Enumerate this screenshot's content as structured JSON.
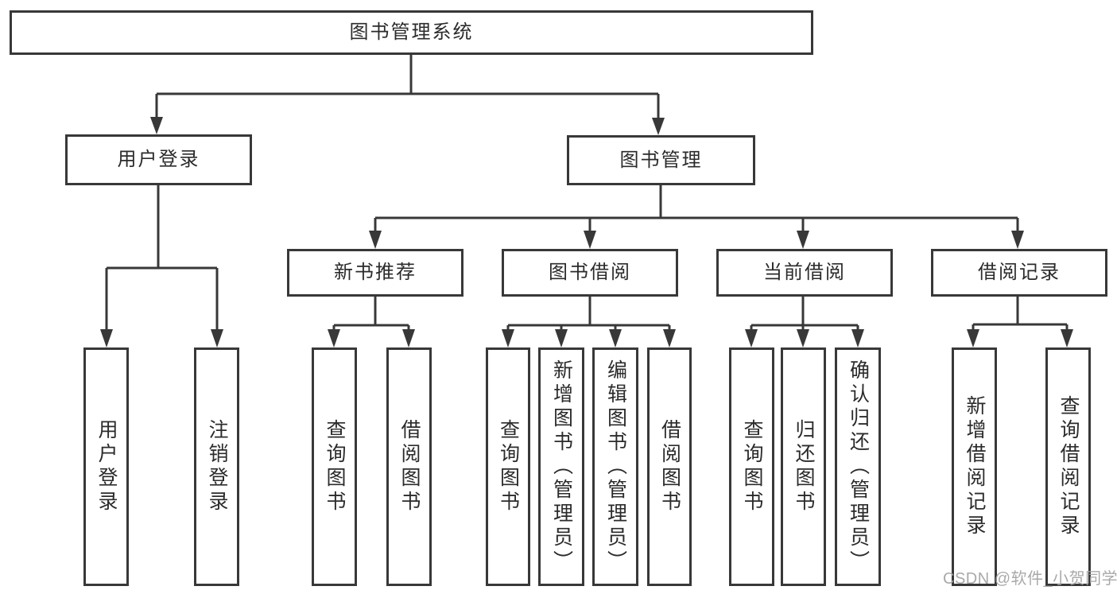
{
  "colors": {
    "line": "#383838",
    "text": "#2b2b2b",
    "watermark-color": "#a2a2a2",
    "background": "#ffffff"
  },
  "root": {
    "label": "图书管理系统"
  },
  "level2": [
    {
      "label": "用户登录"
    },
    {
      "label": "图书管理"
    }
  ],
  "level3": [
    {
      "label": "新书推荐"
    },
    {
      "label": "图书借阅"
    },
    {
      "label": "当前借阅"
    },
    {
      "label": "借阅记录"
    }
  ],
  "leaves": [
    {
      "label": "用户登录"
    },
    {
      "label": "注销登录"
    },
    {
      "label": "查询图书"
    },
    {
      "label": "借阅图书"
    },
    {
      "label": "查询图书"
    },
    {
      "label": "新增图书（管理员）"
    },
    {
      "label": "编辑图书（管理员）"
    },
    {
      "label": "借阅图书"
    },
    {
      "label": "查询图书"
    },
    {
      "label": "归还图书"
    },
    {
      "label": "确认归还（管理员）"
    },
    {
      "label": "新增借阅记录"
    },
    {
      "label": "查询借阅记录"
    }
  ],
  "watermark": "CSDN @软件_小贺同学"
}
